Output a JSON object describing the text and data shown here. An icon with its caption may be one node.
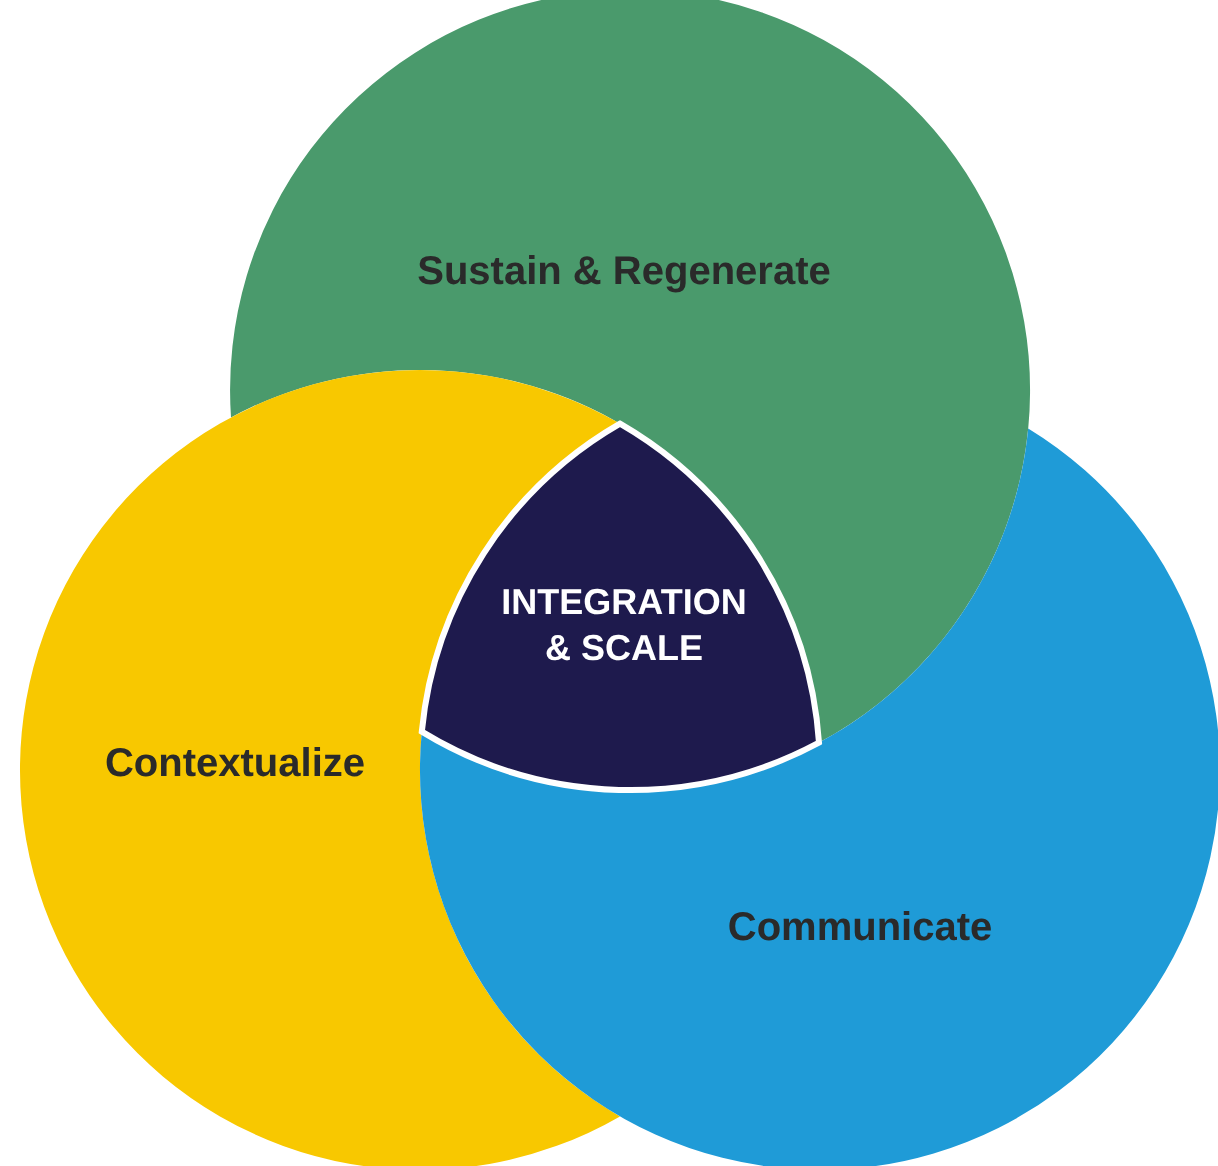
{
  "diagram": {
    "nodes": [
      {
        "text": [
          "Sustain & Regenerate"
        ]
      },
      {
        "text": [
          "Contextualize"
        ]
      },
      {
        "text": [
          "Communicate"
        ]
      },
      {
        "text": [
          "INTEGRATION & SCALE"
        ]
      }
    ]
  }
}
